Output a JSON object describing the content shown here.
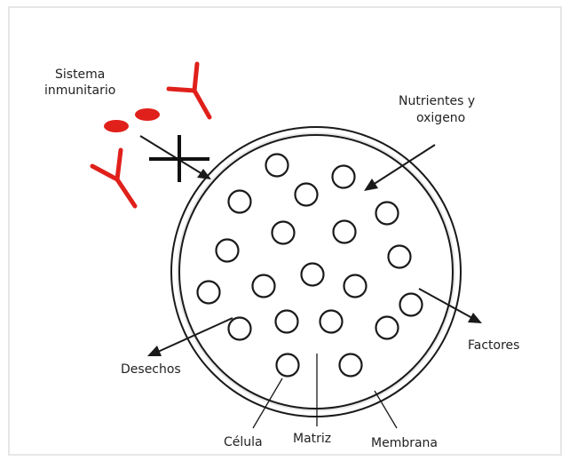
{
  "labels": {
    "immune_line1": "Sistema",
    "immune_line2": "inmunitario",
    "nutrients_line1": "Nutrientes y",
    "nutrients_line2": "oxigeno",
    "factors": "Factores",
    "waste": "Desechos",
    "cell": "Célula",
    "matrix": "Matriz",
    "membrane": "Membrana"
  },
  "colors": {
    "immune": "#e0201b",
    "stroke": "#1a1a1a",
    "membrane_fill": "#e8e8e8"
  },
  "icons": {
    "antibody": "antibody-y-icon",
    "immune_cell": "red-ellipse-cell-icon",
    "block": "cross-block-icon"
  }
}
